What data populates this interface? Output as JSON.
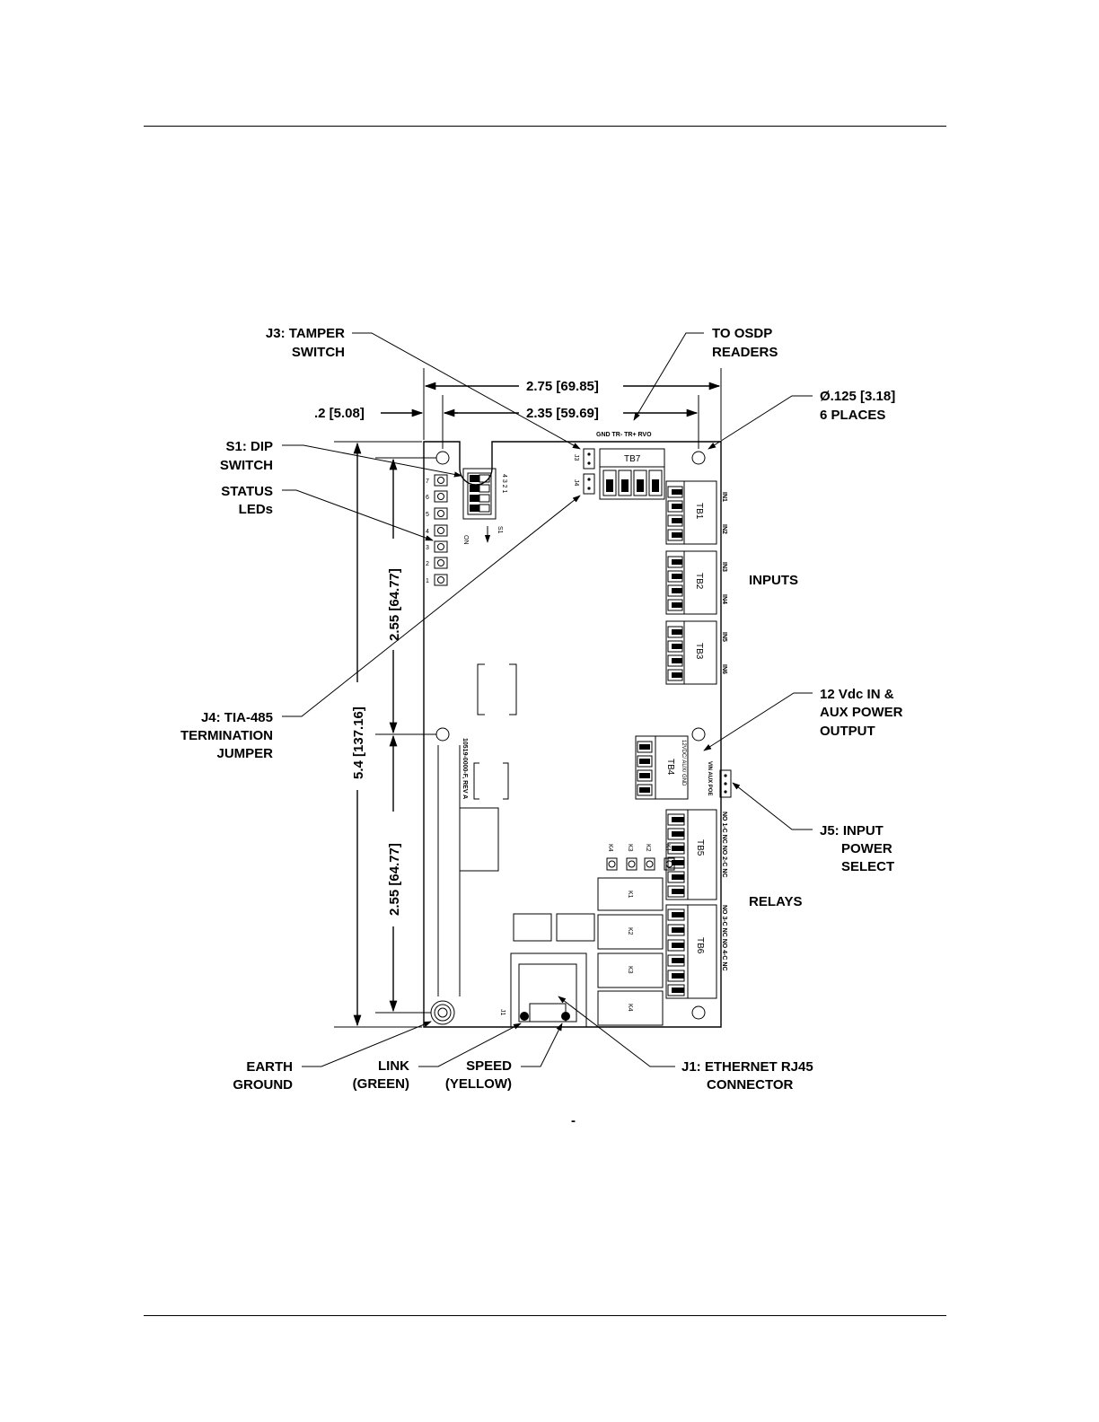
{
  "labels": {
    "j3_line1": "J3: TAMPER",
    "j3_line2": "SWITCH",
    "osdp_line1": "TO OSDP",
    "osdp_line2": "READERS",
    "hole_line1": "Ø.125 [3.18]",
    "hole_line2": "6 PLACES",
    "s1_line1": "S1: DIP",
    "s1_line2": "SWITCH",
    "status_line1": "STATUS",
    "status_line2": "LEDs",
    "inputs": "INPUTS",
    "j4_line1": "J4: TIA-485",
    "j4_line2": "TERMINATION",
    "j4_line3": "JUMPER",
    "power_line1": "12 Vdc IN &",
    "power_line2": "AUX POWER",
    "power_line3": "OUTPUT",
    "j5_line1": "J5: INPUT",
    "j5_line2": "POWER",
    "j5_line3": "SELECT",
    "relays": "RELAYS",
    "earth_line1": "EARTH",
    "earth_line2": "GROUND",
    "link_line1": "LINK",
    "link_line2": "(GREEN)",
    "speed_line1": "SPEED",
    "speed_line2": "(YELLOW)",
    "j1_line1": "J1: ETHERNET RJ45",
    "j1_line2": "CONNECTOR"
  },
  "dimensions": {
    "width_overall": "2.75 [69.85]",
    "width_holes": "2.35 [59.69]",
    "offset": ".2 [5.08]",
    "height_overall": "5.4 [137.16]",
    "height_upper": "2.55 [64.77]",
    "height_lower": "2.55 [64.77]"
  },
  "board": {
    "tb7_pins": "GND  TR-  TR+  RVO",
    "tb7": "TB7",
    "tb1": "TB1",
    "tb2": "TB2",
    "tb3": "TB3",
    "tb4": "TB4",
    "tb5": "TB5",
    "tb6": "TB6",
    "j3": "J3",
    "j4": "J4",
    "j1": "J1",
    "s1": "S1",
    "on": "ON",
    "dip_nums": "4 3 2 1",
    "led_nums": [
      "7",
      "6",
      "5",
      "4",
      "3",
      "2",
      "1"
    ],
    "in1": "IN1",
    "in2": "IN2",
    "in3": "IN3",
    "in4": "IN4",
    "in5": "IN5",
    "in6": "IN6",
    "part_no": "10519-0000-F, REV A",
    "tb4_pins": "12VDC/ AUX/ GND",
    "j5_pins": "VIN  AUX  POE",
    "tb5_pins": "NO  1-C  NC  NO  2-C  NC",
    "tb6_pins": "NO  3-C  NC  NO  4-C  NC",
    "k1": "K1",
    "k2": "K2",
    "k3": "K3",
    "k4": "K4",
    "led_k1": "K1",
    "led_k2": "K2",
    "led_k3": "K3",
    "led_k4": "K4"
  },
  "footer_mark": "-"
}
